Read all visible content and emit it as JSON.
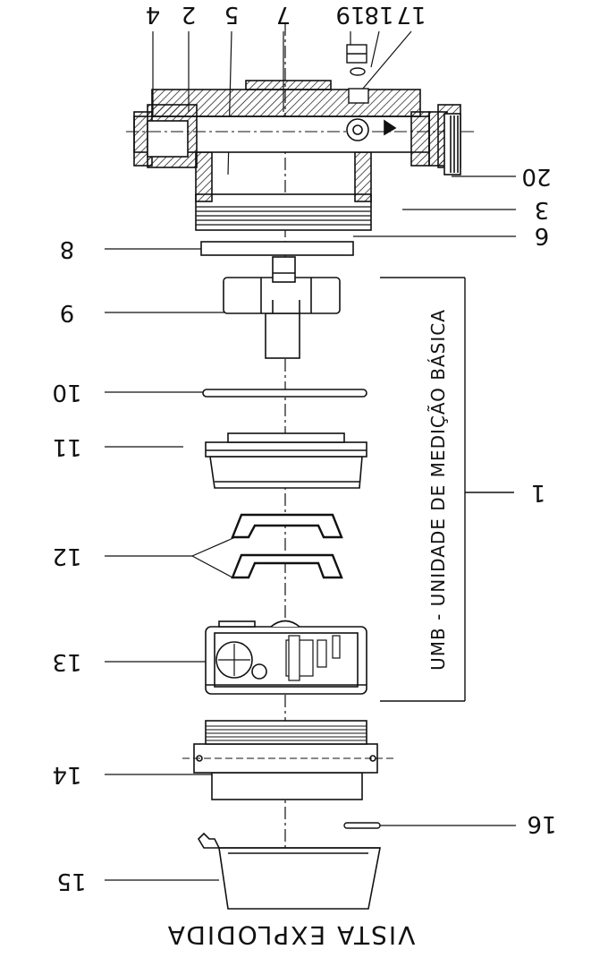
{
  "title": "VISTA EXPLODIDA",
  "bracket_label": "UMB - UNIDADE DE MEDIÇÃO BÁSICA",
  "part_numbers": {
    "p1": "1",
    "p2": "2",
    "p3": "3",
    "p4": "4",
    "p5": "5",
    "p6": "6",
    "p7": "7",
    "p8": "8",
    "p9": "9",
    "p10": "10",
    "p11": "11",
    "p12": "12",
    "p13": "13",
    "p14": "14",
    "p15": "15",
    "p16": "16",
    "p17": "17",
    "p18": "18",
    "p19": "19",
    "p20": "20"
  },
  "colors": {
    "ink": "#111111",
    "paper": "#ffffff"
  }
}
